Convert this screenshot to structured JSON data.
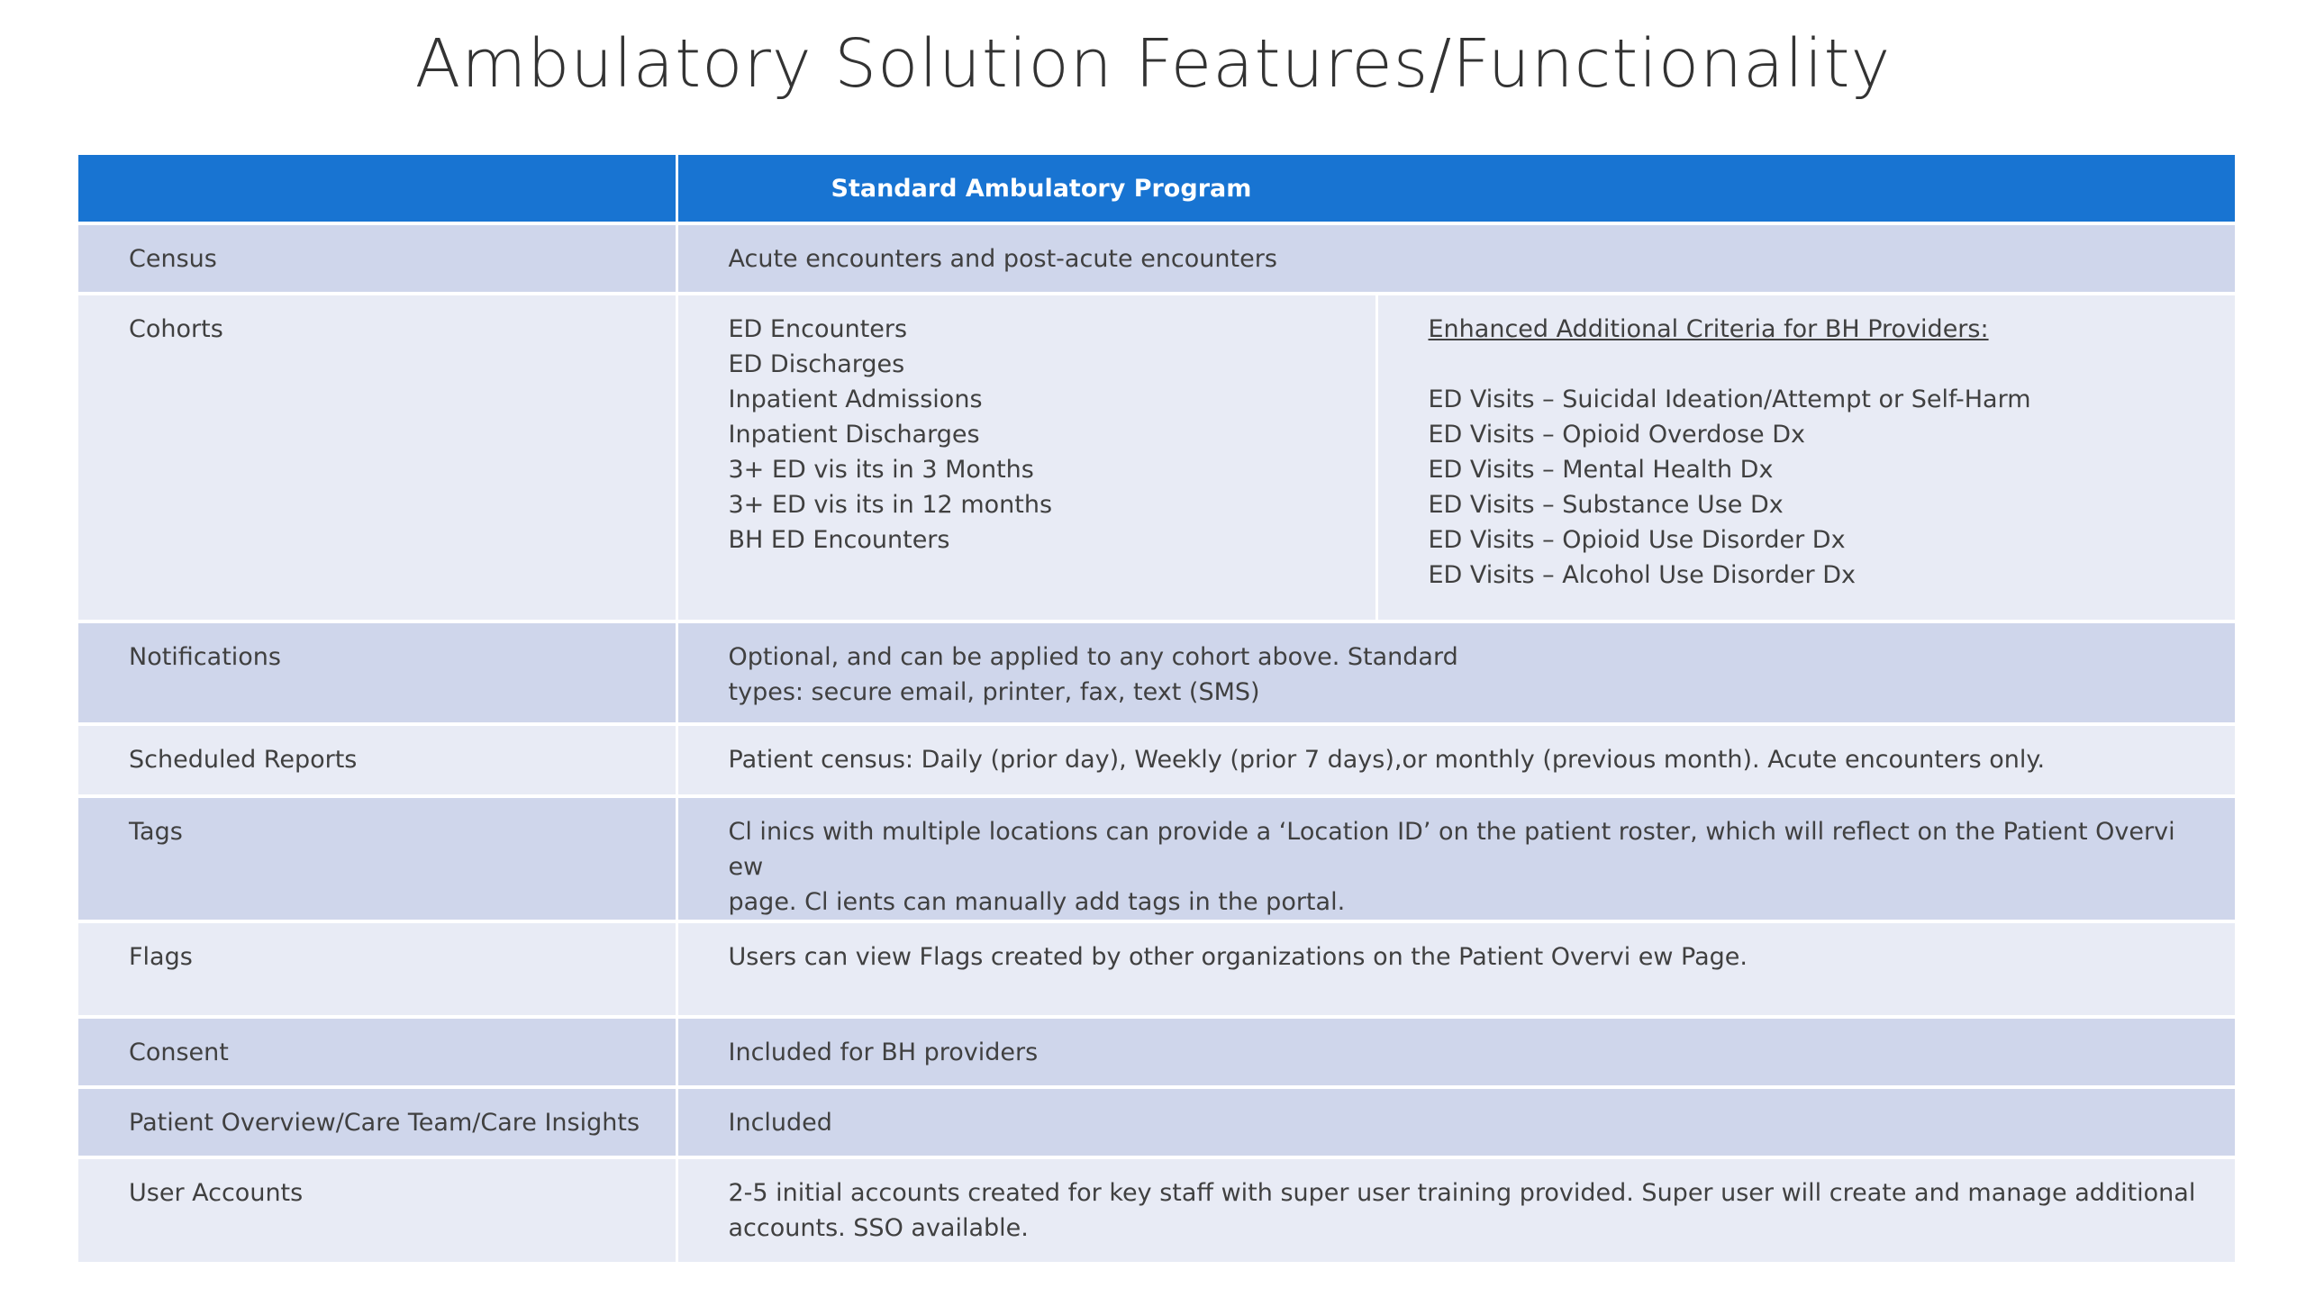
{
  "title": "Ambulatory Solution Features/Functionality",
  "table": {
    "header": {
      "col1": "",
      "col2": "Standard Ambulatory Program"
    },
    "rows": {
      "census": {
        "feature": "Census",
        "description": "Acute  encounters and post-acute encounters"
      },
      "cohorts": {
        "feature": "Cohorts",
        "standard": [
          "ED Encounters",
          "ED Discharges",
          "Inpatient Admissions",
          "Inpatient Discharges",
          "3+ ED vis its in 3 Months",
          "3+ ED vis its in 12 months",
          "BH ED Encounters"
        ],
        "enhanced_heading": "Enhanced Additional  Criteria for BH Providers:",
        "enhanced": [
          "ED Visits – Suicidal Ideation/Attempt or Self-Harm",
          "ED Visits – Opioid Overdose Dx",
          "ED Visits – Mental Health Dx",
          "ED Visits – Substance Use Dx",
          "ED Visits – Opioid Use Disorder Dx",
          "ED Visits – Alcohol Use Disorder Dx"
        ]
      },
      "notifications": {
        "feature": "Notifications",
        "line1": "Optional, and can be applied to any cohort above. Standard",
        "line2": "types:  secure email, printer, fax, text (SMS)"
      },
      "scheduled_reports": {
        "feature": "Scheduled  Reports",
        "description": "Patient census: Daily (prior day), Weekly (prior 7 days),or monthly (previous month). Acute encounters only."
      },
      "tags": {
        "feature": "Tags",
        "line1": "Cl inics with multiple locations can provide a ‘Location ID’ on the patient roster, which will reflect on the Patient Overvi ew",
        "line2": "page. Cl ients can manually add tags in the portal."
      },
      "flags": {
        "feature": "Flags",
        "description": "Users can view Flags created by other organizations on the Patient Overvi ew Page."
      },
      "consent": {
        "feature": "Consent",
        "description": "Included for BH providers"
      },
      "patient_overview": {
        "feature": "Patient  Overview/Care Team/Care Insights",
        "description": "Included"
      },
      "user_accounts": {
        "feature": "User Accounts",
        "line1": "2-5 initial accounts created for key staff with super user training provided.  Super user will create and manage additional",
        "line2": "accounts.  SSO available."
      }
    }
  },
  "colors": {
    "header_bg": "#1874d2",
    "row_dark": "#cfd6eb",
    "row_light": "#e8ebf5"
  }
}
